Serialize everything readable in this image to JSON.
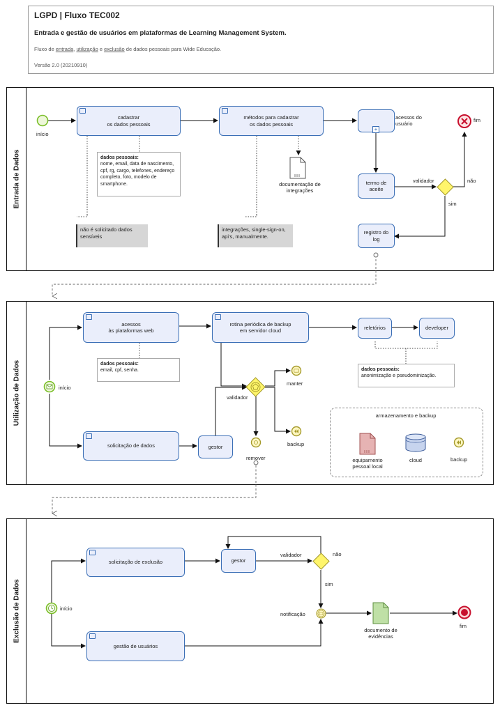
{
  "header": {
    "title": "LGPD | Fluxo TEC002",
    "subtitle": "Entrada e gestão de usuários em plataformas de Learning Management System.",
    "desc_prefix": "Fluxo de ",
    "desc_w1": "entrada",
    "desc_sep1": ", ",
    "desc_w2": "utilização",
    "desc_sep2": " e ",
    "desc_w3": "exclusão",
    "desc_suffix": " de dados pessoais para Wide Educação.",
    "version": "Versão 2.0 (20210910)"
  },
  "pool1": {
    "label": "Entrada de Dados",
    "start": "início",
    "task_cadastrar": "cadastrar\nos dados pessoais",
    "task_metodos": "métodos para cadastrar\nos dados pessoais",
    "acessos": "acessos do\nusuário",
    "fim": "fim",
    "note_title": "dados pessoais:",
    "note_body": "nome, email, data de nascimento, cpf, rg, cargo, telefones, endereço completo, foto, modelo de smartphone.",
    "doc_integracoes": "documentação de\nintegrações",
    "termo": "termo de\naceite",
    "validador": "validador",
    "nao": "não",
    "sim": "sim",
    "gray1": "não é solicitado dados sensíveis",
    "gray2": "integrações, single-sign-on, api's, manualmente.",
    "registro": "registro do\nlog"
  },
  "pool2": {
    "label": "Utilização de Dados",
    "task_acessos": "acessos\nàs plataformas web",
    "task_rotina": "rotina periódica de backup\nem servidor cloud",
    "reletorios": "reletórios",
    "developer": "developer",
    "note1_title": "dados pessoais:",
    "note1_body": "email, cpf, senha.",
    "note2_title": "dados pessoais:",
    "note2_body": "anonimização e pseudominização.",
    "start": "início",
    "validador": "validador",
    "manter": "manter",
    "backup": "backup",
    "remover": "remover",
    "task_solicitacao": "solicitação de dados",
    "gestor": "gestor",
    "group_title": "armazenamento e backup",
    "equip": "equipamento\npessoal local",
    "cloud": "cloud",
    "backup2": "backup"
  },
  "pool3": {
    "label": "Exclusão de Dados",
    "task_solicitacao": "solicitação de exclusão",
    "gestor": "gestor",
    "validador": "validador",
    "nao": "não",
    "sim": "sim",
    "start": "início",
    "notificacao": "notificação",
    "doc_evidencias": "documento de\nevidências",
    "fim": "fim",
    "task_gestao": "gestão de usuários"
  },
  "colors": {
    "task_fill": "#eaeefb",
    "task_stroke": "#3b6fb6",
    "start_green": "#7bbf2a",
    "end_red": "#c8102e",
    "gateway_yellow": "#fff56b",
    "doc_red": "#e6b3b3",
    "doc_green": "#bfe0a6"
  }
}
